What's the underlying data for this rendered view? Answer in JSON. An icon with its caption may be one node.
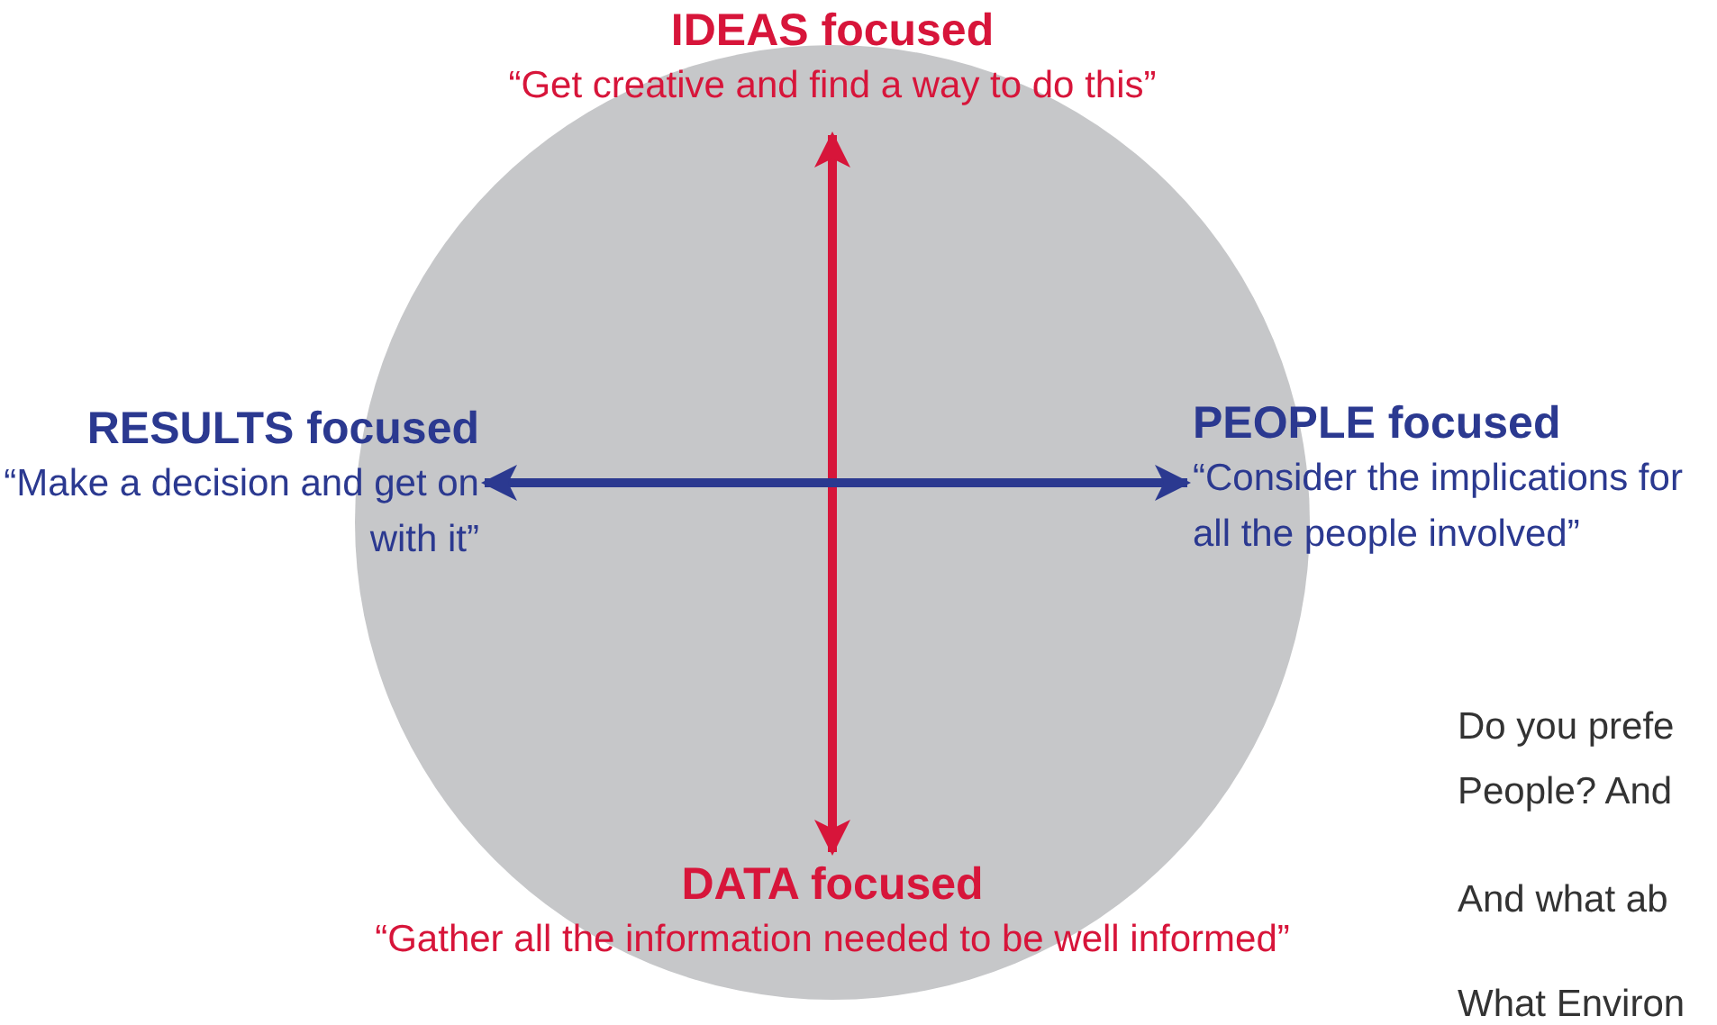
{
  "diagram": {
    "nodes": [
      {
        "text": [
          "IDEAS focused",
          "“Get creative and find a way to do this”"
        ]
      },
      {
        "text": [
          "RESULTS focused",
          "“Make a decision and get on with it”"
        ]
      },
      {
        "text": [
          "PEOPLE focused",
          "“Consider the implications for all the people involved”"
        ]
      },
      {
        "text": [
          "DATA focused",
          "“Gather all the information needed to be well informed”"
        ]
      }
    ],
    "edges": [
      {
        "from": 0,
        "to": 3,
        "arrow": "both",
        "color": "#d7153a"
      },
      {
        "from": 1,
        "to": 2,
        "arrow": "both",
        "color": "#2b3990"
      }
    ],
    "labels": [
      "Do you prefe",
      "People? And",
      "And what ab",
      "What Environ"
    ]
  }
}
